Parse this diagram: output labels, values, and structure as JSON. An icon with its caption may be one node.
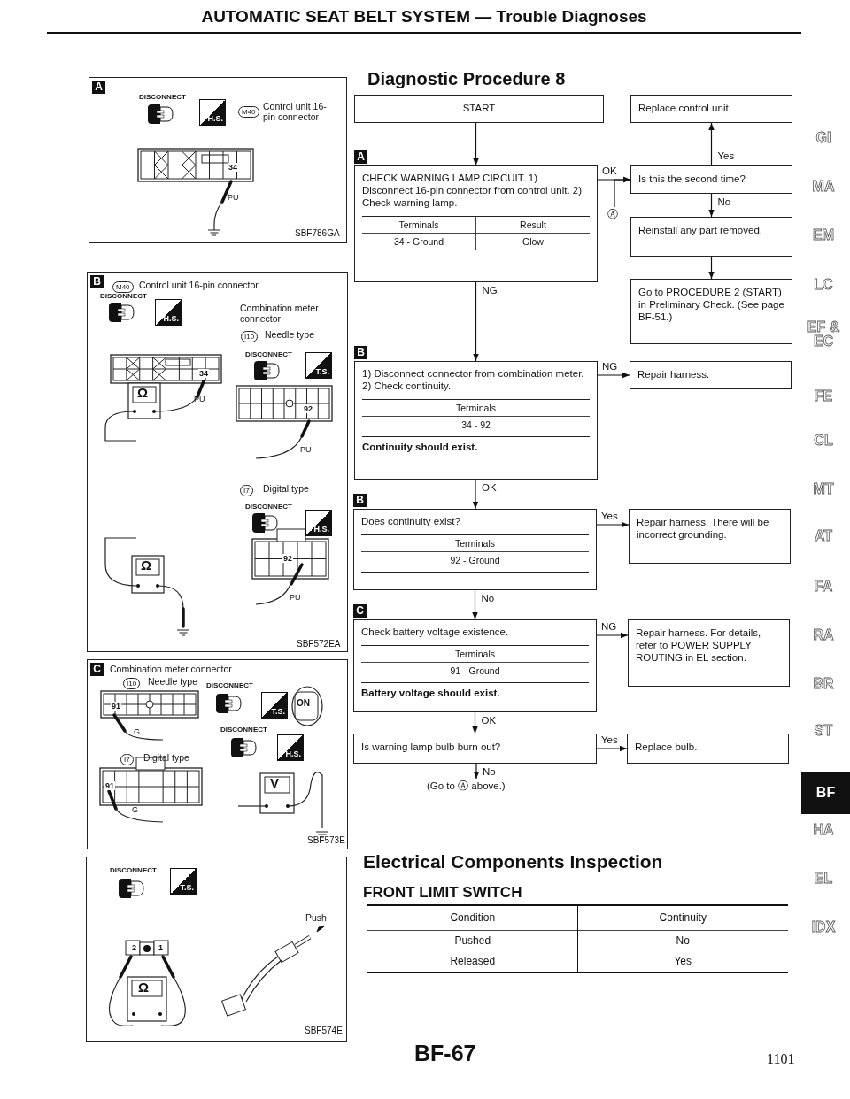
{
  "diagram": {
    "title": "AUTOMATIC SEAT BELT SYSTEM — Trouble Diagnoses",
    "nodes": [
      {
        "text": [
          "START"
        ]
      },
      {
        "text": [
          "CHECK WARNING LAMP CIRCUIT. 1) Disconnect 16-pin connector from control unit. 2) Check warning lamp.",
          "Terminals",
          "Result",
          "34 - Ground",
          "Glow"
        ],
        "beside": [
          "A"
        ]
      },
      {
        "text": [
          "Replace control unit."
        ]
      },
      {
        "text": [
          "Is this the second time?"
        ]
      },
      {
        "text": [
          "Reinstall any part removed."
        ]
      },
      {
        "text": [
          "Go to PROCEDURE 2 (START) in Preliminary Check. (See page BF-51.)"
        ]
      },
      {
        "text": [
          "Ⓐ"
        ]
      },
      {
        "text": [
          "1) Disconnect connector from combination meter. 2) Check continuity.",
          "Terminals",
          "34 - 92",
          "Continuity should exist."
        ],
        "beside": [
          "B"
        ]
      },
      {
        "text": [
          "Repair harness."
        ]
      },
      {
        "text": [
          "Does continuity exist?",
          "Terminals",
          "92 - Ground"
        ],
        "beside": [
          "B"
        ]
      },
      {
        "text": [
          "Repair harness. There will be incorrect grounding."
        ]
      },
      {
        "text": [
          "Check battery voltage existence.",
          "Terminals",
          "91 - Ground",
          "Battery voltage should exist."
        ],
        "beside": [
          "C"
        ]
      },
      {
        "text": [
          "Repair harness. For details, refer to POWER SUPPLY ROUTING in EL section."
        ]
      },
      {
        "text": [
          "Is warning lamp bulb burn out?"
        ]
      },
      {
        "text": [
          "Replace bulb."
        ]
      },
      {
        "text": [
          "(Go to Ⓐ above.)"
        ]
      },
      {
        "text": [
          "A",
          "DISCONNECT",
          "H.S.",
          "M40",
          "Control unit 16-pin connector",
          "34",
          "PU",
          "SBF786GA"
        ]
      },
      {
        "text": [
          "B",
          "M40",
          "Control unit 16-pin connector",
          "DISCONNECT",
          "H.S.",
          "Combination meter connector",
          "I10",
          "Needle type",
          "DISCONNECT",
          "T.S.",
          "34",
          "Ω",
          "PU",
          "92",
          "PU",
          "I7",
          "Digital type",
          "DISCONNECT",
          "H.S.",
          "92",
          "Ω",
          "PU",
          "SBF572EA"
        ]
      },
      {
        "text": [
          "C",
          "Combination meter connector",
          "I10",
          "Needle type",
          "DISCONNECT",
          "T.S.",
          "ON",
          "91",
          "G",
          "DISCONNECT",
          "H.S.",
          "I7",
          "Digital type",
          "91",
          "V",
          "G",
          "SBF573E"
        ]
      },
      {
        "text": [
          "DISCONNECT",
          "T.S.",
          "2",
          "1",
          "Ω",
          "Push",
          "SBF574E"
        ]
      }
    ],
    "edges": [
      {
        "from": 0,
        "to": 1,
        "arrow": "to"
      },
      {
        "from": 1,
        "to": 3,
        "arrow": "to",
        "label": "OK"
      },
      {
        "from": 3,
        "to": 2,
        "arrow": "to",
        "label": "Yes"
      },
      {
        "from": 3,
        "to": 4,
        "arrow": "to",
        "label": "No"
      },
      {
        "from": 4,
        "to": 5,
        "arrow": "to"
      },
      {
        "from": 6,
        "to": 3,
        "arrow": "to"
      },
      {
        "from": 1,
        "to": 7,
        "arrow": "to",
        "label": "NG"
      },
      {
        "from": 7,
        "to": 8,
        "arrow": "to",
        "label": "NG"
      },
      {
        "from": 7,
        "to": 9,
        "arrow": "to",
        "label": "OK"
      },
      {
        "from": 9,
        "to": 10,
        "arrow": "to",
        "label": "Yes"
      },
      {
        "from": 9,
        "to": 11,
        "arrow": "to",
        "label": "No"
      },
      {
        "from": 11,
        "to": 12,
        "arrow": "to",
        "label": "NG"
      },
      {
        "from": 11,
        "to": 13,
        "arrow": "to",
        "label": "OK"
      },
      {
        "from": 13,
        "to": 14,
        "arrow": "to",
        "label": "Yes"
      },
      {
        "from": 13,
        "to": 15,
        "arrow": "to",
        "label": "No"
      }
    ],
    "labels": [
      "Diagnostic Procedure 8",
      "Electrical Components Inspection",
      "FRONT LIMIT SWITCH",
      "Condition",
      "Continuity",
      "Pushed",
      "No",
      "Released",
      "Yes",
      "BF-67",
      "1101",
      "GI",
      "MA",
      "EM",
      "LC",
      "EF & EC",
      "FE",
      "CL",
      "MT",
      "AT",
      "FA",
      "RA",
      "BR",
      "ST",
      "BF",
      "HA",
      "EL",
      "IDX"
    ]
  }
}
